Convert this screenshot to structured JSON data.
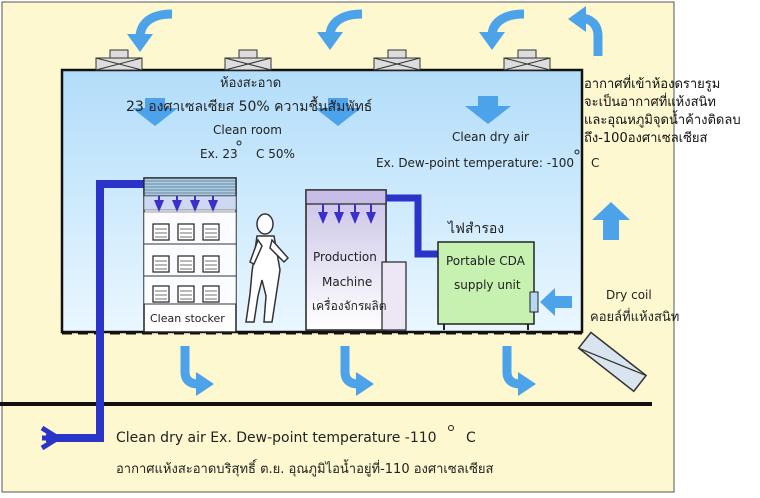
{
  "room": {
    "title_th": "ห้องสะอาด",
    "condition_th": "23 องศาเซลเซียส 50% ความชื้นสัมพัทธ์",
    "title_en": "Clean room",
    "example": "Ex. 23",
    "example_rest": "C 50%"
  },
  "clean_dry_air_top": {
    "label": "Clean dry air",
    "dew_point": "Ex. Dew-point temperature: -100",
    "unit": "C"
  },
  "clean_stocker": {
    "label": "Clean stocker"
  },
  "production_machine": {
    "line1": "Production",
    "line2": "Machine",
    "line3": "เครื่องจักรผลิต"
  },
  "portable_cda": {
    "heading_th": "ไฟสำรอง",
    "line1": "Portable CDA",
    "line2": "supply unit"
  },
  "dry_coil": {
    "label_en": "Dry coil",
    "label_th": "คอยล์ที่แห้งสนิท"
  },
  "side_note": {
    "lines": [
      "อากาศที่เข้าห้องดรายรูม",
      "จะเป็นอากาศที่แห้งสนิท",
      "และอุณหภูมิจุดน้ำค้างติดลบ",
      "ถึง-100องศาเซลเซียส"
    ]
  },
  "supply_line": {
    "line_en": "Clean dry air  Ex. Dew-point temperature -110",
    "unit": "C",
    "line_th": "อากาศแห้งสะอาดบริสุทธิ์ ต.ย. อุณภูมิไอน้ำอยู่ที่-110 องศาเซลเซียส"
  },
  "colors": {
    "background": "#fdf8cf",
    "room_top": "#b6e0fb",
    "room_bottom": "#e8f6ff",
    "arrow_blue": "#4ca3ea",
    "pipe_blue": "#2a34c8",
    "cda_green": "#c6f1b0"
  }
}
